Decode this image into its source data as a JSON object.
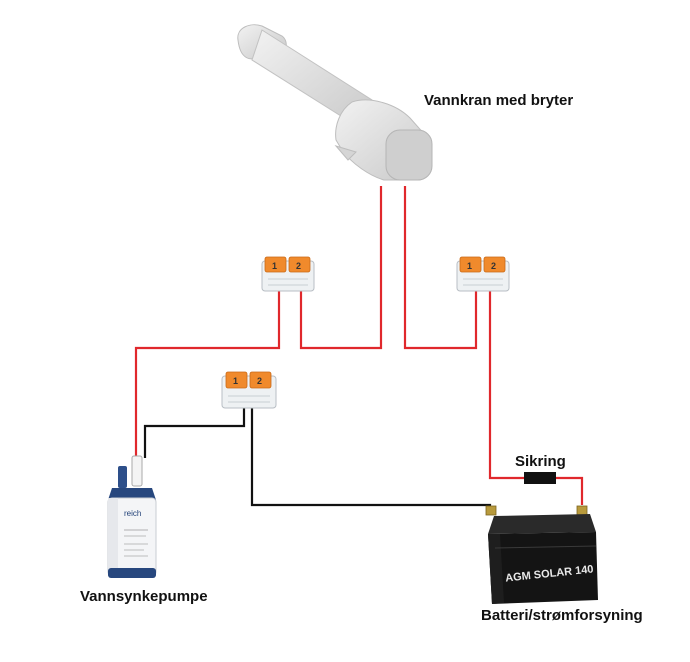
{
  "labels": {
    "faucet": "Vannkran med bryter",
    "pump": "Vannsynkepumpe",
    "battery": "Batteri/strømforsyning",
    "fuse": "Sikring"
  },
  "battery_print": {
    "brand_text": "AGM SOLAR 140"
  },
  "pump_print": {
    "brand_text": "reich"
  },
  "colors": {
    "wire_positive": "#e0282c",
    "wire_negative": "#111111",
    "connector_orange": "#f08a2c",
    "battery_body": "#141414",
    "faucet_body": "#dcdcdc"
  },
  "icons": {
    "faucet": "faucet-icon",
    "pump": "submersible-pump-icon",
    "battery": "battery-icon",
    "fuse": "fuse-icon",
    "connector": "lever-connector-icon"
  }
}
